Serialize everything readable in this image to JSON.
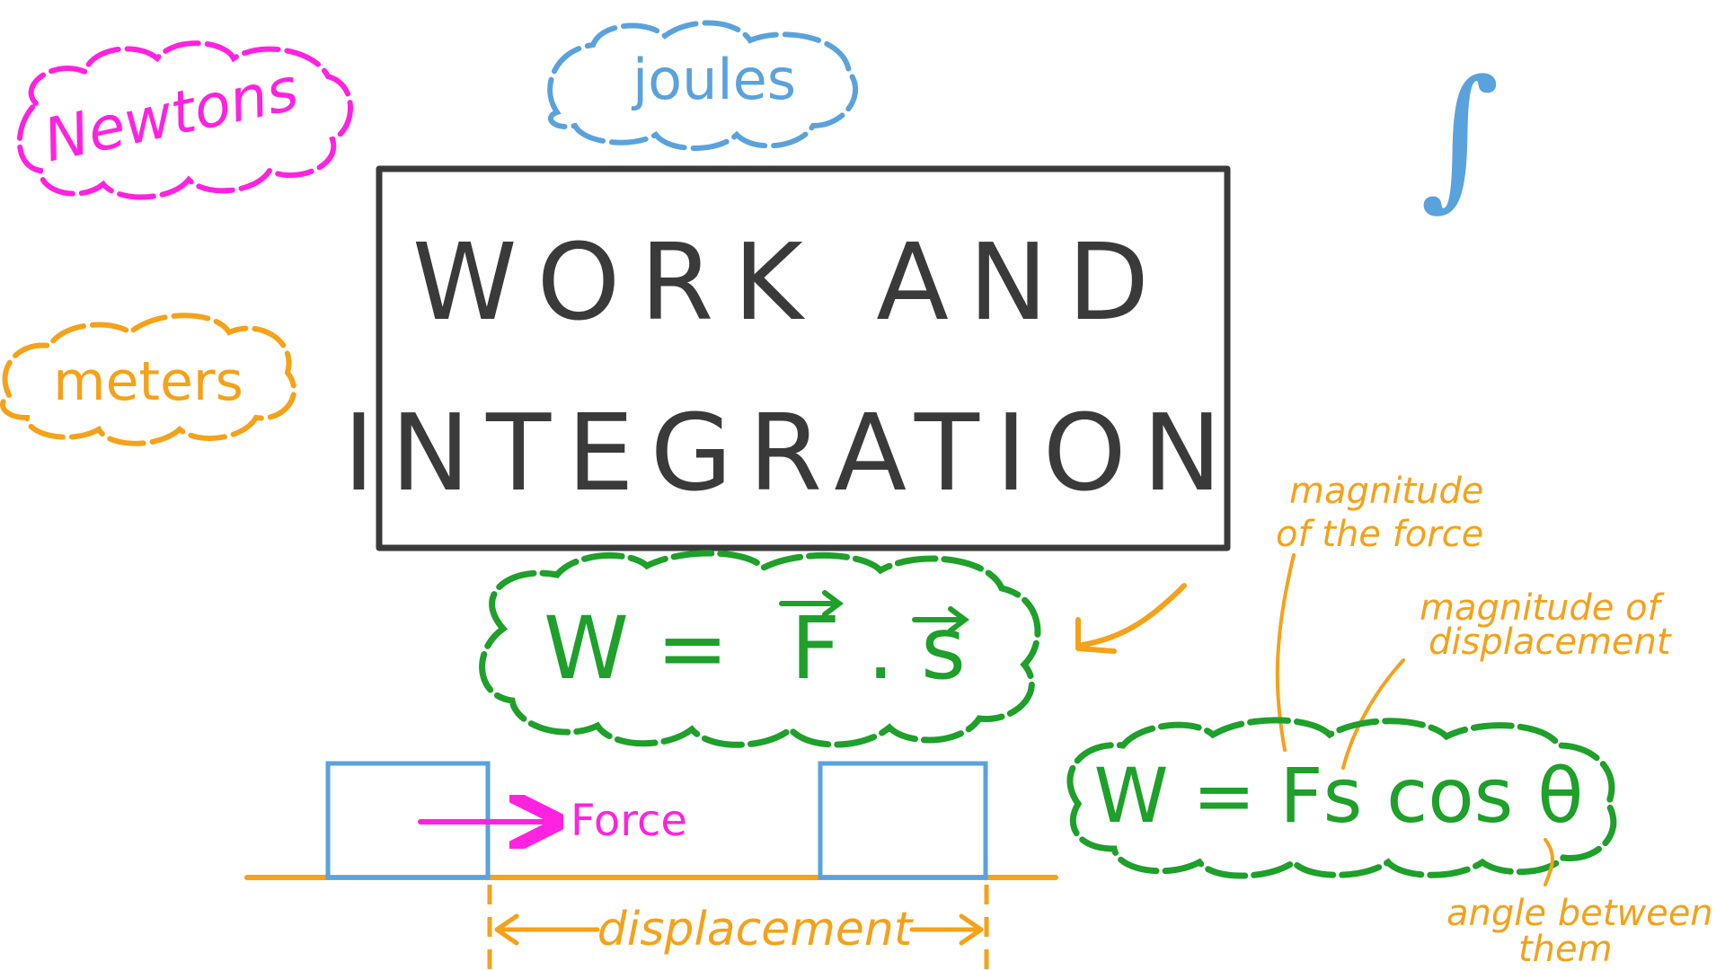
{
  "title": {
    "line1": "WORK AND",
    "line2": "INTEGRATION"
  },
  "units": {
    "newtons": "Newtons",
    "joules": "joules",
    "meters": "meters"
  },
  "integral_symbol": "∫",
  "formulas": {
    "vector": "W = F . s",
    "vector_parts": {
      "lhs": "W =",
      "force": "F",
      "dot": ".",
      "disp": "s"
    },
    "scalar": "W = Fs cos θ"
  },
  "annotations": {
    "force_magnitude": [
      "magnitude",
      "of the force"
    ],
    "displacement_magnitude": [
      "magnitude of",
      "displacement"
    ],
    "angle": [
      "angle between",
      "them"
    ]
  },
  "diagram": {
    "force_label": "Force",
    "displacement_label": "displacement"
  },
  "colors": {
    "pink": "#ff22e0",
    "blue": "#5aa2dc",
    "orange": "#f4a21a",
    "green": "#1ea02a",
    "dark": "#3a3a3a"
  }
}
